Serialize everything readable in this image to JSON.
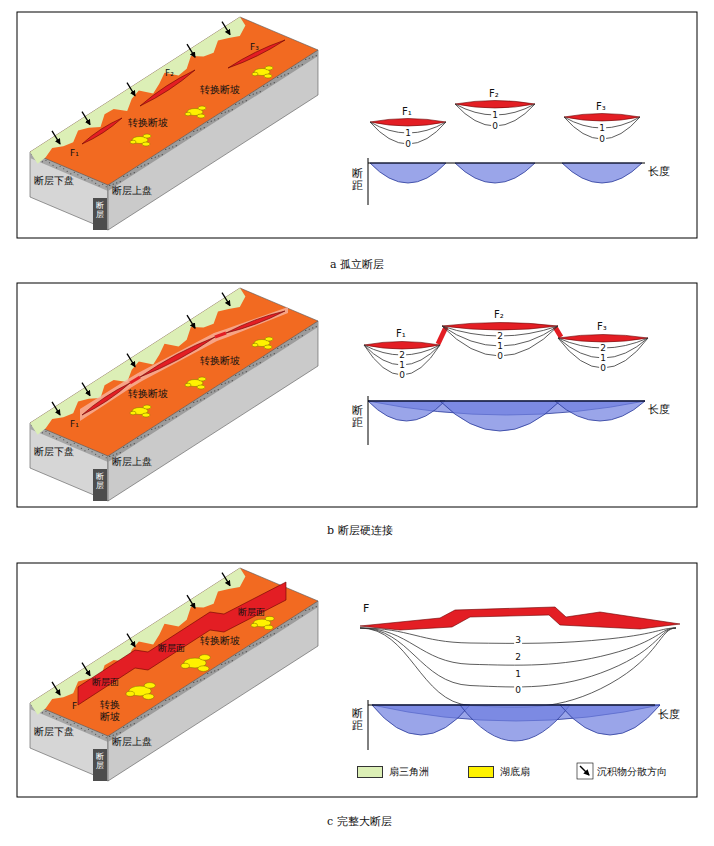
{
  "diagram": {
    "labels": [
      "F₃",
      "转换断坡",
      "F₂",
      "转换断坡",
      "F₁",
      "断层下盘",
      "断层上盘",
      "断层",
      "F₁",
      "1",
      "0",
      "F₂",
      "1",
      "0",
      "F₃",
      "1",
      "0",
      "断距",
      "长度",
      "a 孤立断层",
      "转换断坡",
      "F₁",
      "转换断坡",
      "断层下盘",
      "断层上盘",
      "断层",
      "F₁",
      "2",
      "1",
      "0",
      "F₂",
      "2",
      "1",
      "0",
      "F₃",
      "2",
      "1",
      "0",
      "断距",
      "长度",
      "b 断层硬连接",
      "转换断坡",
      "断层面",
      "断层面",
      "断层面",
      "转换断坡",
      "F",
      "断层下盘",
      "断层上盘",
      "断层",
      "F",
      "3",
      "2",
      "1",
      "0",
      "断距",
      "长度",
      "c 完整大断层"
    ],
    "legend": [
      {
        "text": "扇三角洲",
        "color": "#dcefb6"
      },
      {
        "text": "湖底扇",
        "color": "#fff200"
      },
      {
        "text": "沉积物分散方向"
      }
    ]
  }
}
